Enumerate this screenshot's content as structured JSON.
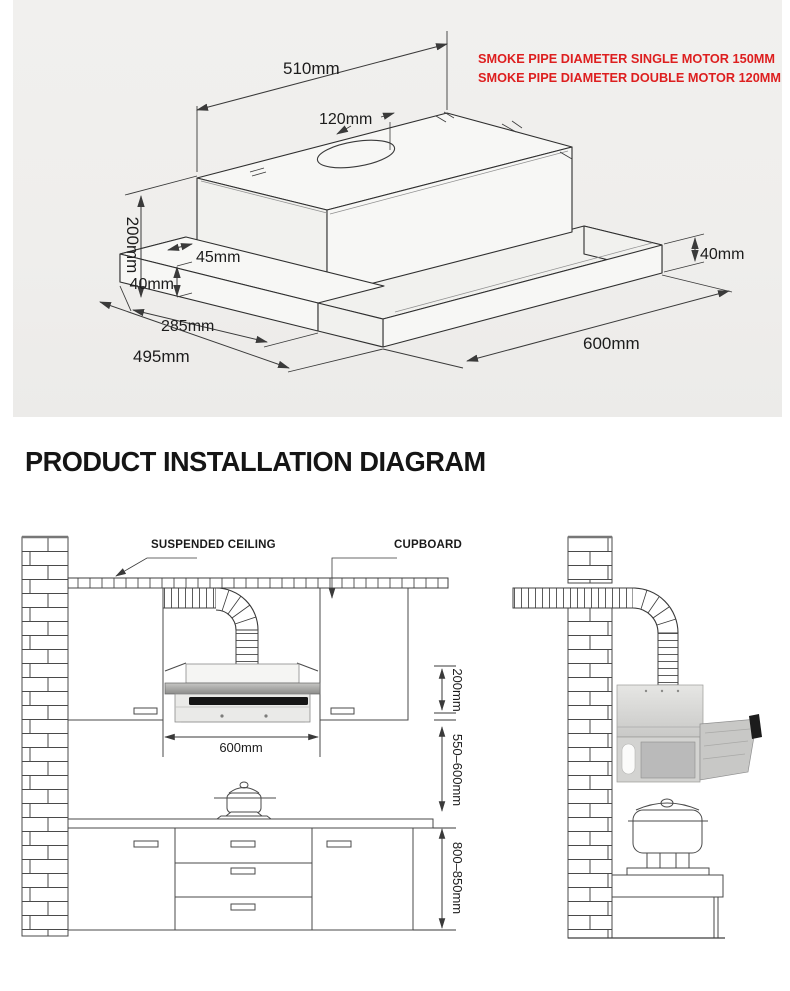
{
  "colors": {
    "panel_bg": "#f0efed",
    "line": "#3a3a3a",
    "red": "#dd1f1f",
    "ink": "#151515"
  },
  "top_diagram": {
    "note_line1": "SMOKE PIPE DIAMETER SINGLE MOTOR 150MM",
    "note_line2": "SMOKE PIPE DIAMETER DOUBLE MOTOR 120MM",
    "dims": {
      "top_width": "510mm",
      "pipe_hole": "120mm",
      "body_height": "200mm",
      "front_offset": "45mm",
      "base_left": "40mm",
      "inner_depth": "285mm",
      "total_depth": "495mm",
      "visor_length": "600mm",
      "base_right": "40mm"
    }
  },
  "section_title": "PRODUCT INSTALLATION DIAGRAM",
  "installation": {
    "ceiling_label": "SUSPENDED CEILING",
    "cupboard_label": "CUPBOARD",
    "dims": {
      "hood_width": "600mm",
      "hood_height": "200mm",
      "hood_to_hob": "550–600mm",
      "counter_height": "800–850mm"
    }
  }
}
